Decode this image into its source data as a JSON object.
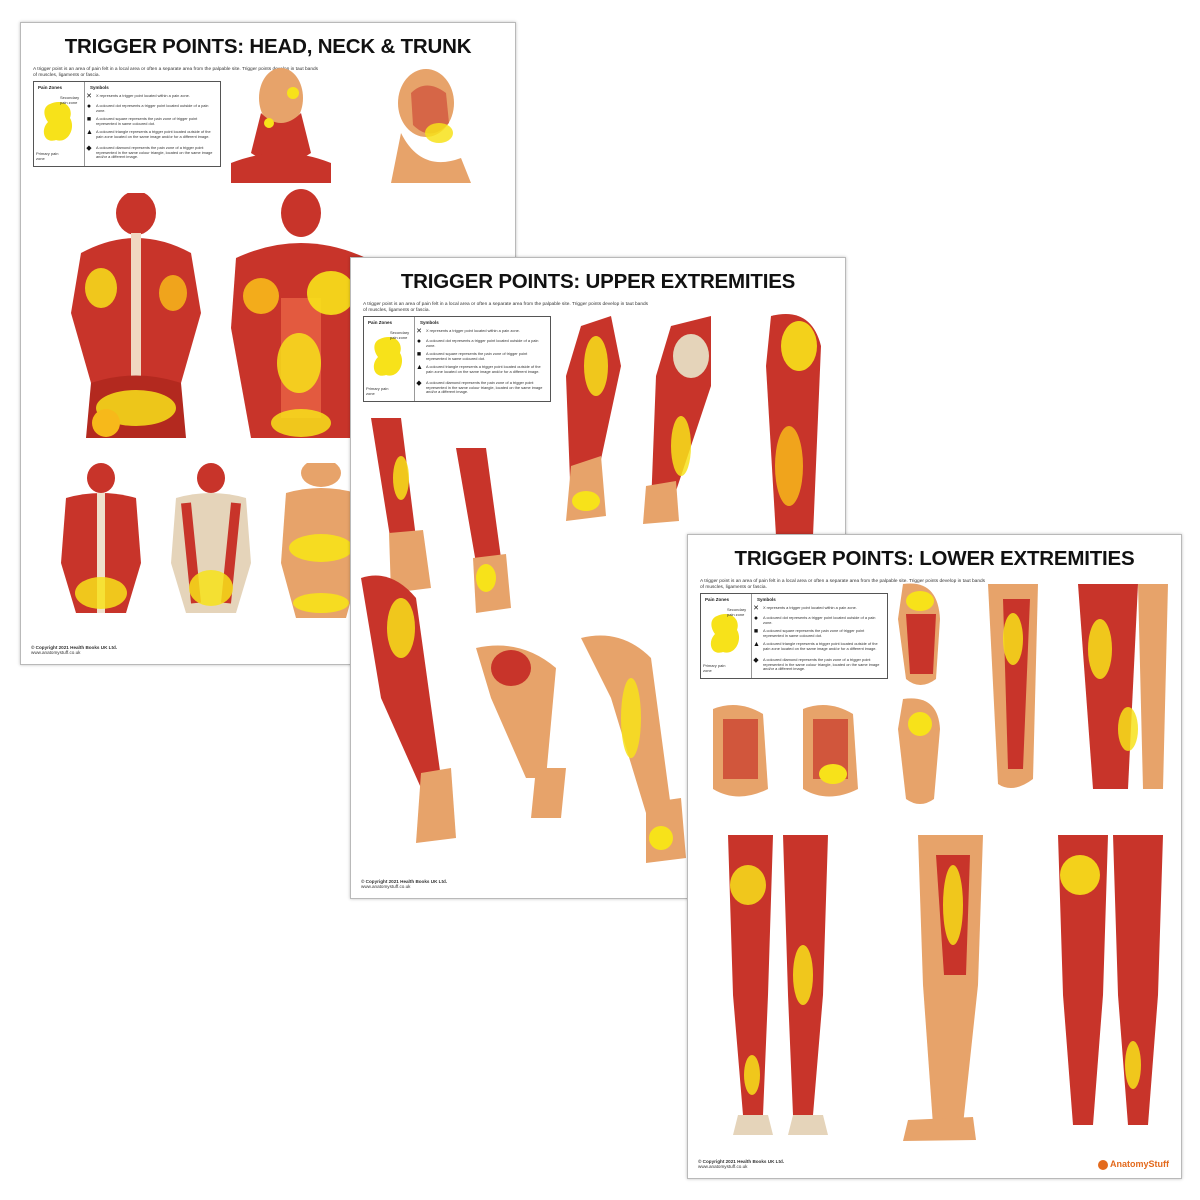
{
  "posters": {
    "head": {
      "title": "TRIGGER POINTS: HEAD, NECK & TRUNK"
    },
    "upper": {
      "title": "TRIGGER POINTS: UPPER EXTREMITIES"
    },
    "lower": {
      "title": "TRIGGER POINTS: LOWER EXTREMITIES"
    }
  },
  "intro_text": "A trigger point is an area of pain felt in a local area or often a separate area from the palpable site. Trigger points develop in taut bands of muscles, ligaments or fascia.",
  "legend": {
    "pain_zones_header": "Pain Zones",
    "symbols_header": "Symbols",
    "secondary_label": "Secondary pain zone",
    "primary_label": "Primary pain zone",
    "symbols": [
      {
        "glyph": "✕",
        "text": "X represents a trigger point located within a pain zone."
      },
      {
        "glyph": "●",
        "text": "A coloured dot represents a trigger point located outside of a pain zone."
      },
      {
        "glyph": "■",
        "text": "A coloured square represents the pain zone of trigger point represented in same coloured dot."
      },
      {
        "glyph": "▲",
        "text": "A coloured triangle represents a trigger point located outside of the pain zone located on the same image and/or for a different image."
      },
      {
        "glyph": "◆",
        "text": "A coloured diamond represents the pain zone of a trigger point represented in the same colour triangle, located on the same image and/or a different image."
      }
    ]
  },
  "copyright": "© Copyright 2021 Health Books UK Ltd.",
  "website": "www.anatomystuff.co.uk",
  "brand": "AnatomyStuff",
  "colors": {
    "muscle": "#c8342a",
    "muscle_dark": "#8f2019",
    "skin": "#e7a36a",
    "pain_primary": "#f7e21a",
    "pain_secondary": "#f7b91a",
    "brand": "#e36a1d"
  }
}
